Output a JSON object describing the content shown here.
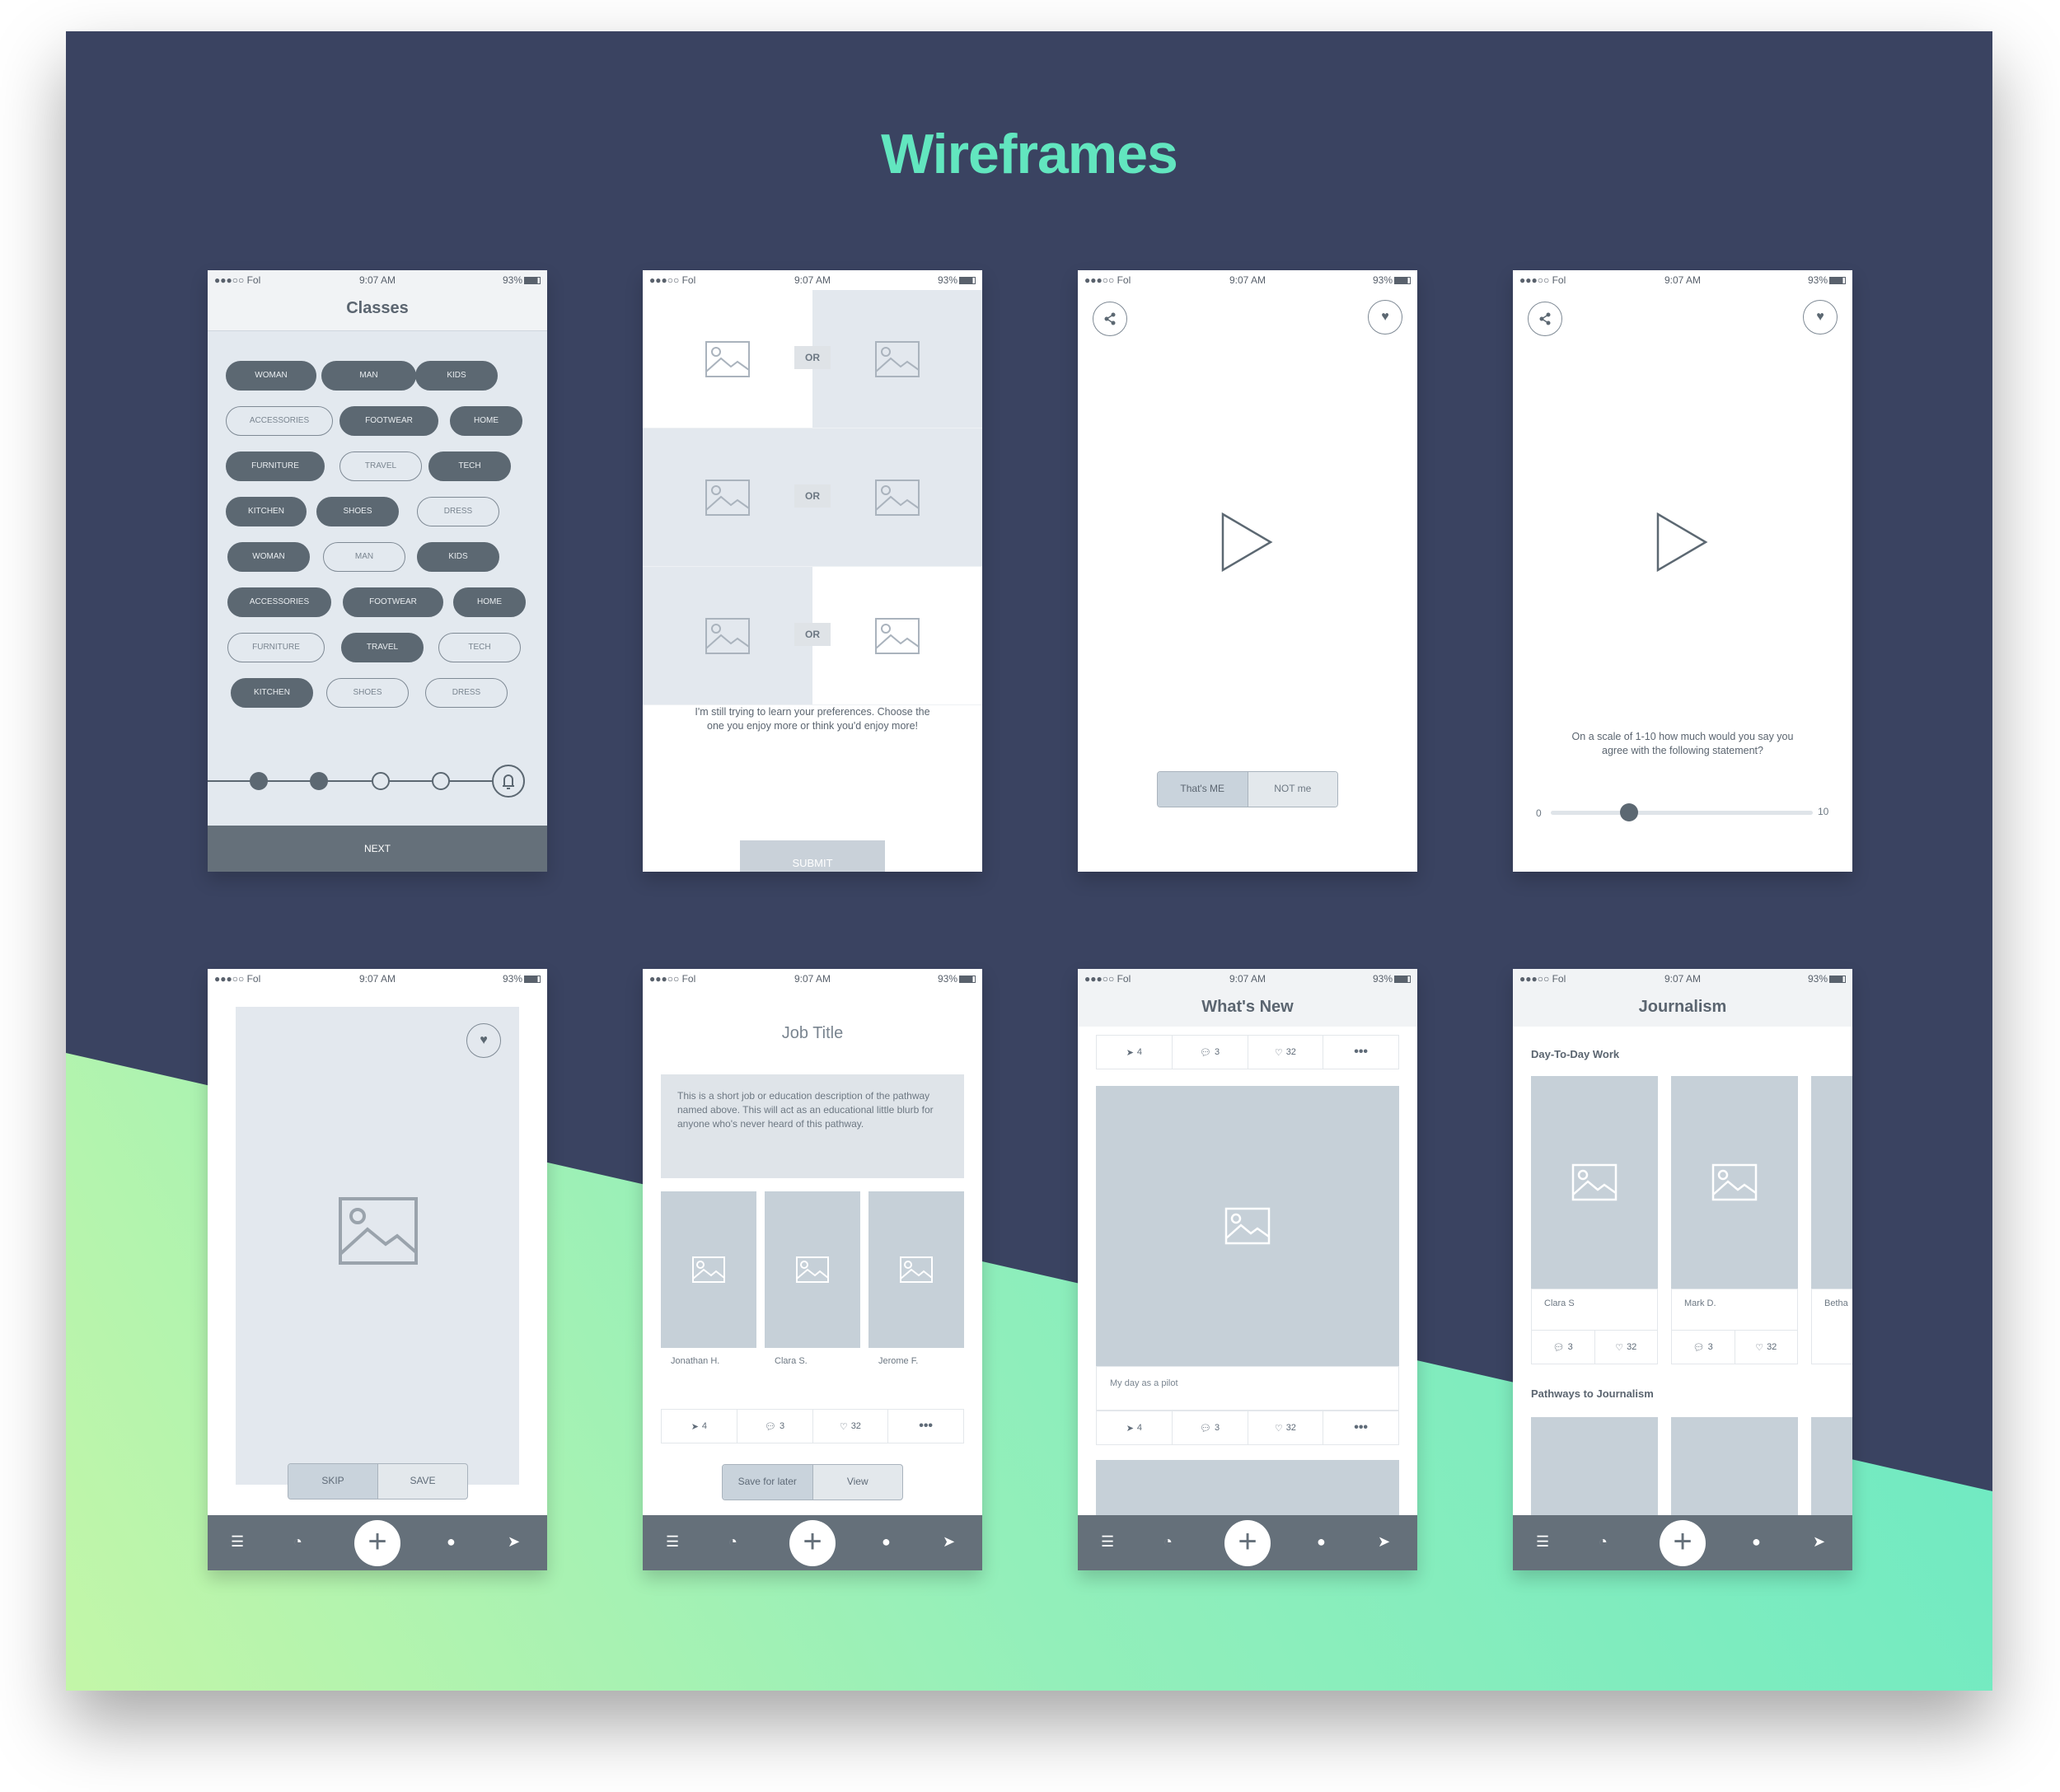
{
  "page_title": "Wireframes",
  "status": {
    "carrier": "●●●○○ Fol",
    "time": "9:07 AM",
    "battery": "93%"
  },
  "classes": {
    "title": "Classes",
    "pills": [
      "WOMAN",
      "MAN",
      "KIDS",
      "ACCESSORIES",
      "FOOTWEAR",
      "HOME",
      "FURNITURE",
      "TRAVEL",
      "TECH",
      "KITCHEN",
      "SHOES",
      "DRESS",
      "WOMAN",
      "MAN",
      "KIDS",
      "ACCESSORIES",
      "FOOTWEAR",
      "HOME",
      "FURNITURE",
      "TRAVEL",
      "TECH",
      "KITCHEN",
      "SHOES",
      "DRESS"
    ],
    "next": "NEXT"
  },
  "prefs": {
    "or": "OR",
    "message": "I'm still trying to learn your preferences. Choose the one you enjoy more or think you'd enjoy more!",
    "submit": "SUBMIT"
  },
  "video1": {
    "seg_left": "That's ME",
    "seg_right": "NOT me"
  },
  "video2": {
    "question": "On a scale of 1-10 how much would you say you agree with the following statement?",
    "min": "0",
    "max": "10",
    "slider_value": 0.3
  },
  "card": {
    "skip": "SKIP",
    "save": "SAVE"
  },
  "job": {
    "title": "Job Title",
    "description": "This is a short job or education description of the pathway named above. This will act as an educational little blurb for anyone who's never heard of this pathway.",
    "people": [
      "Jonathan H.",
      "Clara S.",
      "Jerome F."
    ],
    "stats": {
      "shares": "4",
      "comments": "3",
      "likes": "32"
    },
    "save_later": "Save for later",
    "view": "View"
  },
  "whatsnew": {
    "title": "What's New",
    "stats": {
      "shares": "4",
      "comments": "3",
      "likes": "32"
    },
    "caption": "My day as a pilot"
  },
  "journalism": {
    "title": "Journalism",
    "section1": "Day-To-Day Work",
    "section2": "Pathways to Journalism",
    "cards": [
      {
        "name": "Clara S",
        "comments": "3",
        "likes": "32"
      },
      {
        "name": "Mark D.",
        "comments": "3",
        "likes": "32"
      },
      {
        "name": "Betha"
      }
    ]
  }
}
